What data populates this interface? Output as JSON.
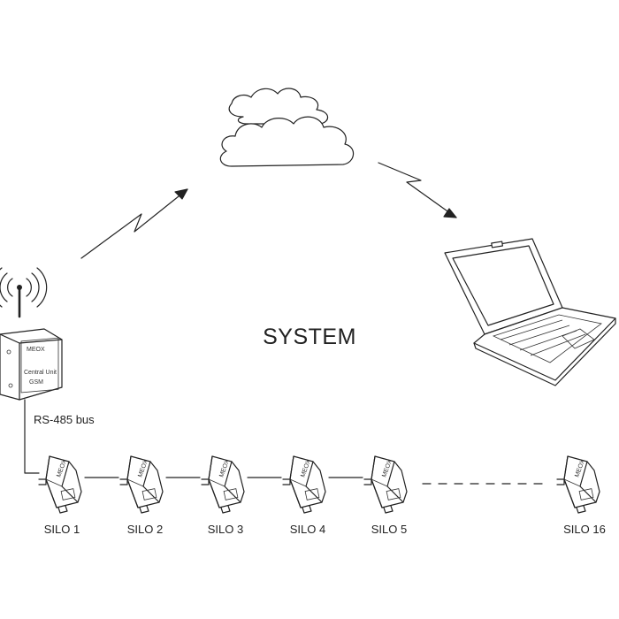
{
  "diagram": {
    "title": "SYSTEM",
    "bus_label": "RS-485 bus",
    "central_unit": {
      "brand": "MEOX",
      "line1": "Central Unit",
      "line2": "GSM"
    },
    "sensor_brand": "MEOX",
    "silos": [
      {
        "label": "SILO 1"
      },
      {
        "label": "SILO 2"
      },
      {
        "label": "SILO 3"
      },
      {
        "label": "SILO 4"
      },
      {
        "label": "SILO 5"
      },
      {
        "label": "SILO 16"
      }
    ],
    "colors": {
      "line": "#222222",
      "background": "#ffffff"
    },
    "icons": [
      "antenna-icon",
      "cloud-icon",
      "laptop-icon",
      "lightning-arrow-icon",
      "sensor-icon"
    ]
  }
}
